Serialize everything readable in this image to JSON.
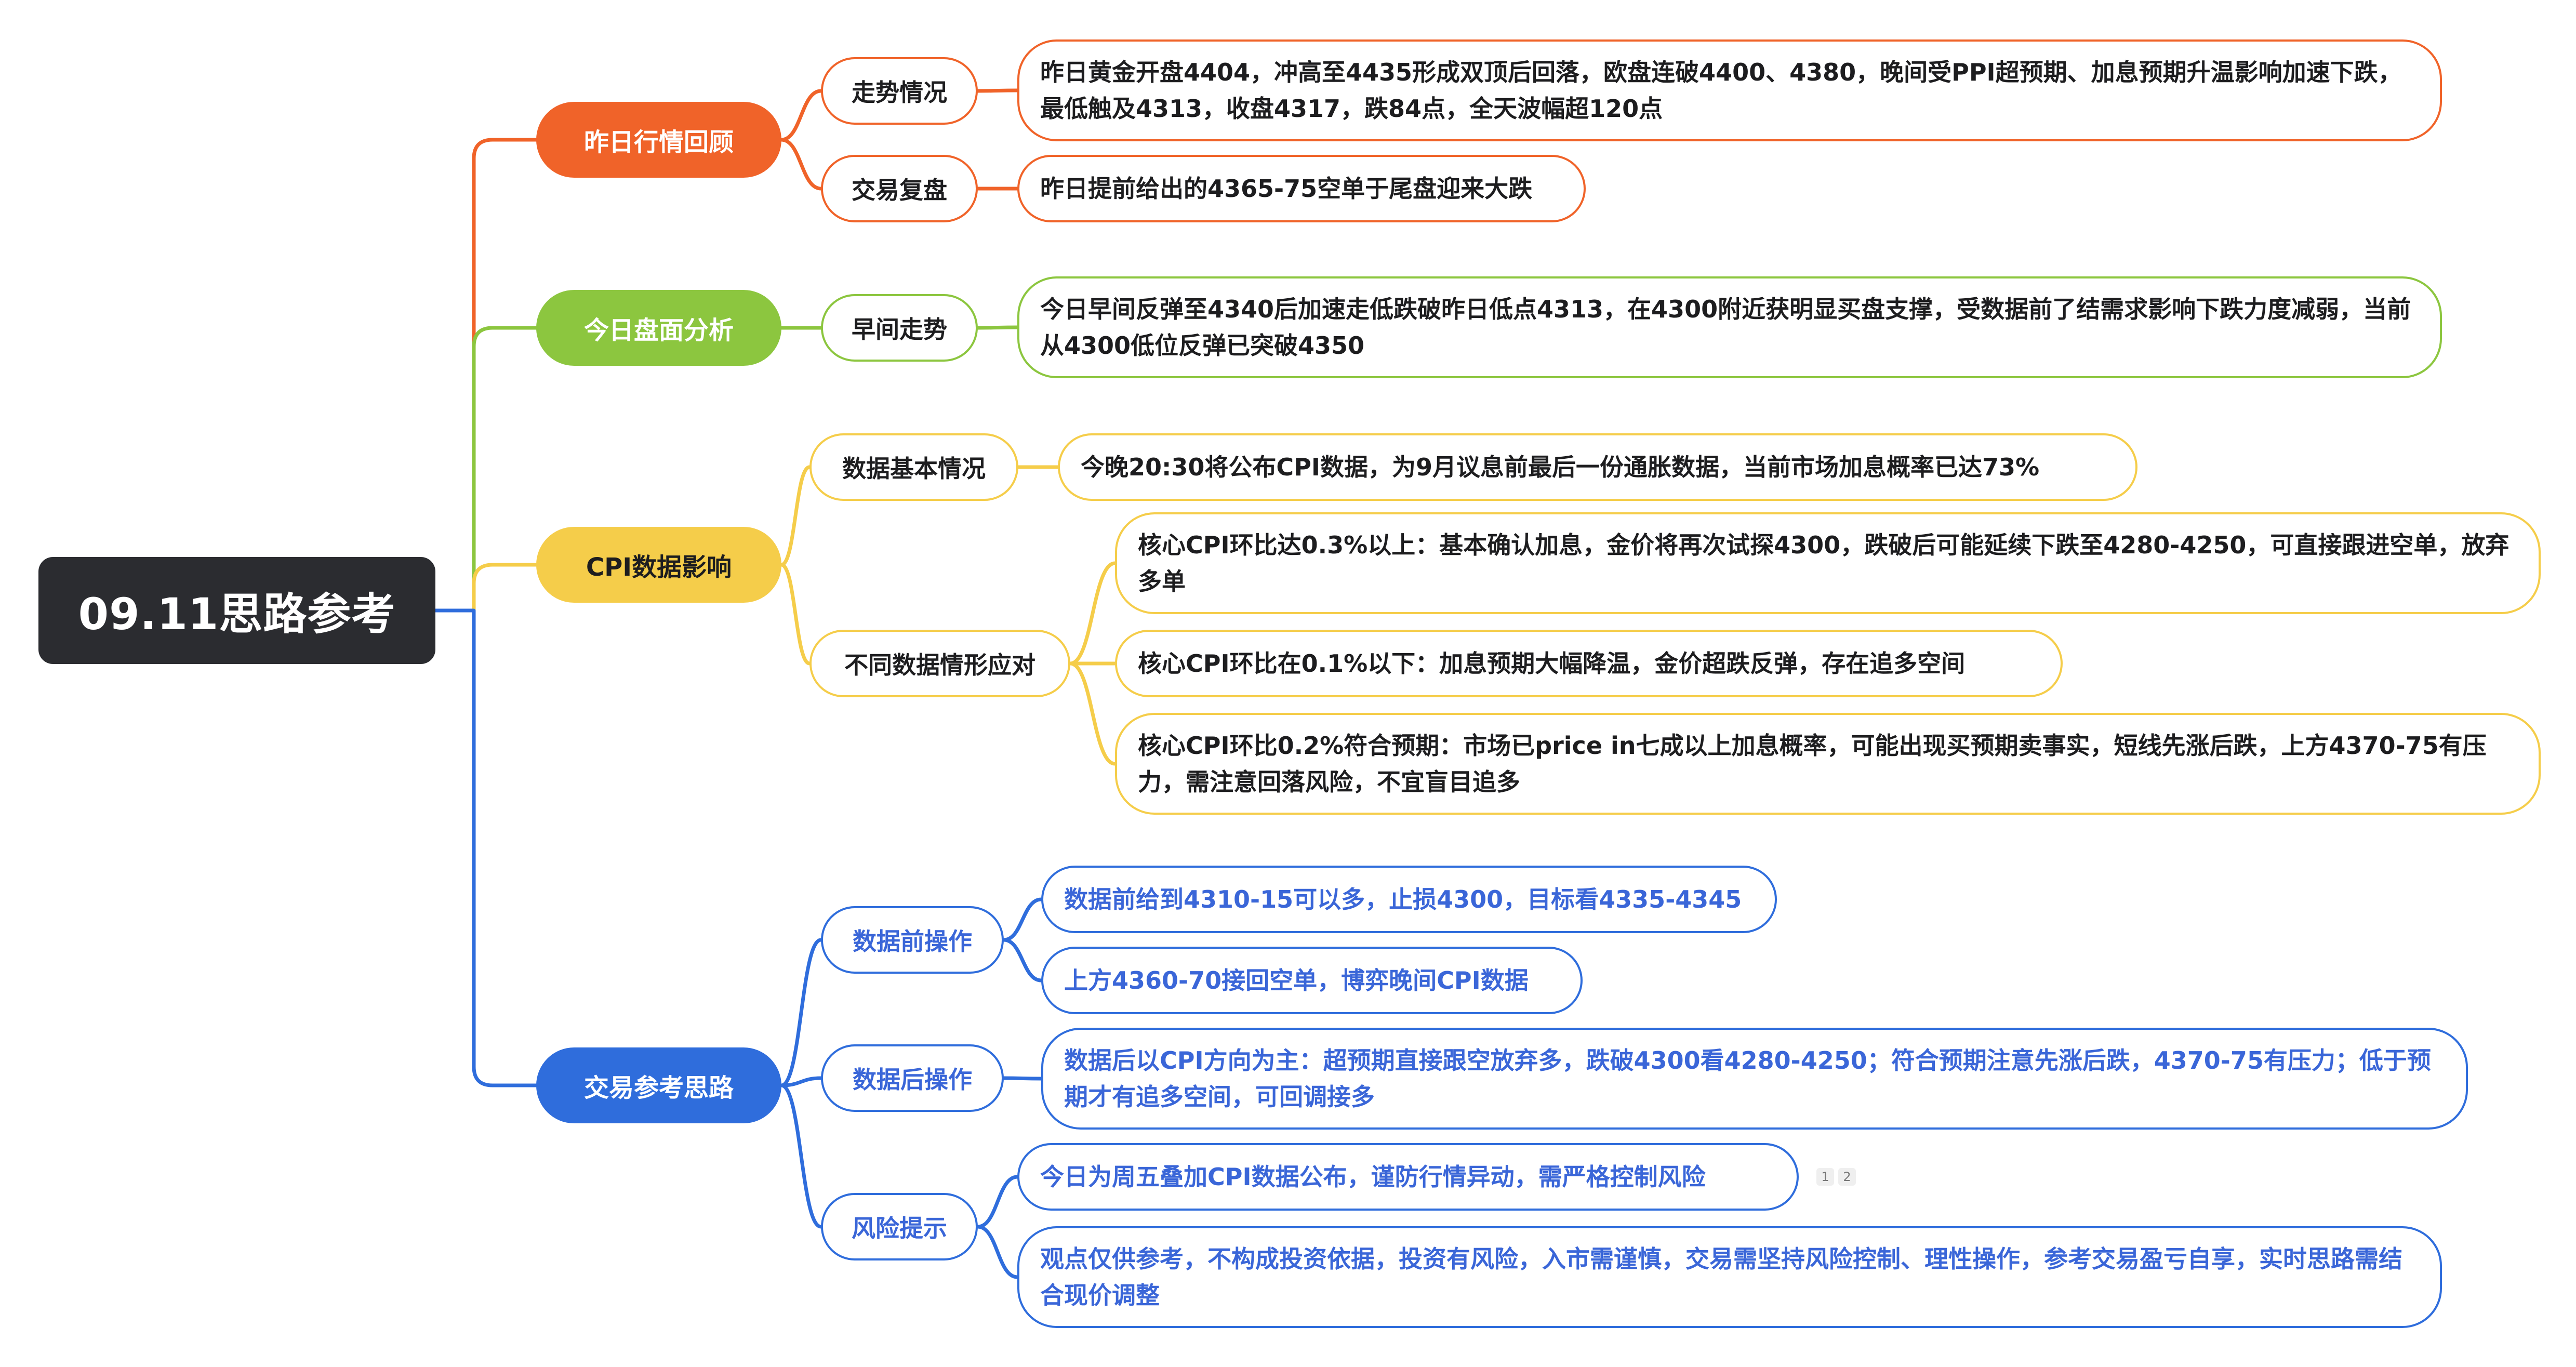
{
  "root": {
    "label": "09.11思路参考"
  },
  "colors": {
    "root_bg": "#2b2c30",
    "orange": "#f06329",
    "green": "#8cc63f",
    "yellow": "#f5cd4a",
    "blue": "#2f6ddc",
    "blue_text": "#3a66d8",
    "dark_text": "#1d1d1f"
  },
  "branches": [
    {
      "label": "昨日行情回顾",
      "color": "orange",
      "children": [
        {
          "label": "走势情况",
          "details": [
            "昨日黄金开盘4404，冲高至4435形成双顶后回落，欧盘连破4400、4380，晚间受PPI超预期、加息预期升温影响加速下跌，最低触及4313，收盘4317，跌84点，全天波幅超120点"
          ]
        },
        {
          "label": "交易复盘",
          "details": [
            "昨日提前给出的4365-75空单于尾盘迎来大跌"
          ]
        }
      ]
    },
    {
      "label": "今日盘面分析",
      "color": "green",
      "children": [
        {
          "label": "早间走势",
          "details": [
            "今日早间反弹至4340后加速走低跌破昨日低点4313，在4300附近获明显买盘支撑，受数据前了结需求影响下跌力度减弱，当前从4300低位反弹已突破4350"
          ]
        }
      ]
    },
    {
      "label": "CPI数据影响",
      "color": "yellow",
      "children": [
        {
          "label": "数据基本情况",
          "details": [
            "今晚20:30将公布CPI数据，为9月议息前最后一份通胀数据，当前市场加息概率已达73%"
          ]
        },
        {
          "label": "不同数据情形应对",
          "details": [
            "核心CPI环比达0.3%以上：基本确认加息，金价将再次试探4300，跌破后可能延续下跌至4280-4250，可直接跟进空单，放弃多单",
            "核心CPI环比在0.1%以下：加息预期大幅降温，金价超跌反弹，存在追多空间",
            "核心CPI环比0.2%符合预期：市场已price in七成以上加息概率，可能出现买预期卖事实，短线先涨后跌，上方4370-75有压力，需注意回落风险，不宜盲目追多"
          ]
        }
      ]
    },
    {
      "label": "交易参考思路",
      "color": "blue",
      "children": [
        {
          "label": "数据前操作",
          "details": [
            "数据前给到4310-15可以多，止损4300，目标看4335-4345",
            "上方4360-70接回空单，博弈晚间CPI数据"
          ]
        },
        {
          "label": "数据后操作",
          "details": [
            "数据后以CPI方向为主：超预期直接跟空放弃多，跌破4300看4280-4250；符合预期注意先涨后跌，4370-75有压力；低于预期才有追多空间，可回调接多"
          ]
        },
        {
          "label": "风险提示",
          "details": [
            "今日为周五叠加CPI数据公布，谨防行情异动，需严格控制风险",
            "观点仅供参考，不构成投资依据，投资有风险，入市需谨慎，交易需坚持风险控制、理性操作，参考交易盈亏自享，实时思路需结合现价调整"
          ]
        }
      ]
    }
  ],
  "footnotes": [
    "1",
    "2"
  ]
}
